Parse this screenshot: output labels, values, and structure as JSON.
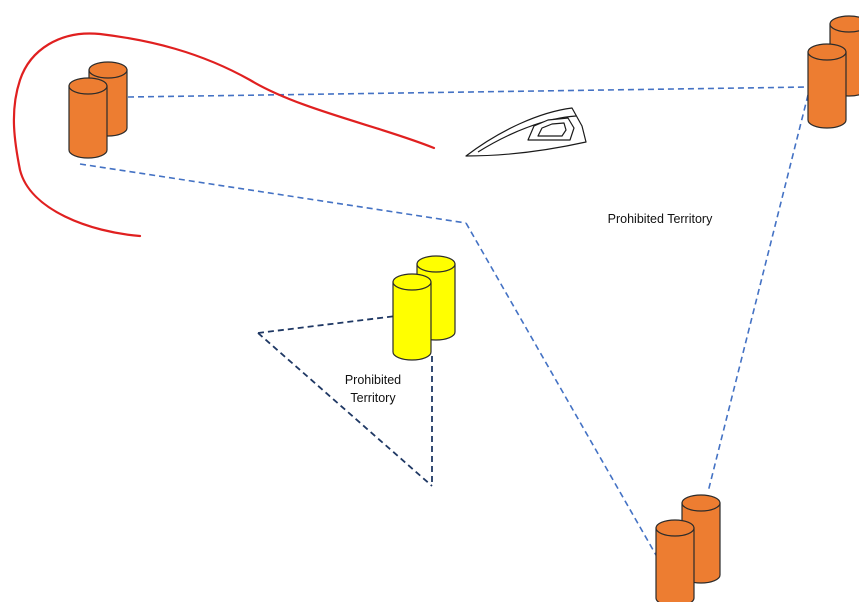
{
  "labels": {
    "large_zone": "Prohibited Territory",
    "small_zone_line1": "Prohibited",
    "small_zone_line2": "Territory"
  },
  "colors": {
    "orange_buoy": "#ed7d31",
    "yellow_buoy": "#ffff00",
    "buoy_outline": "#2b2b2b",
    "boundary_line": "#4472c4",
    "small_zone_line": "#1f3864",
    "boat_path": "#e02020",
    "background": "#ffffff"
  }
}
